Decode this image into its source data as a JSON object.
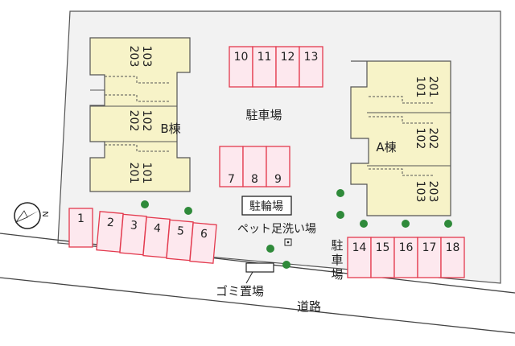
{
  "colors": {
    "lot": "#f2f2f2",
    "lot_border": "#555555",
    "building": "#f7f3c8",
    "parking_fill": "#fde8ee",
    "parking_stroke": "#e33a4e",
    "tree": "#2f8a3a",
    "road_line": "#444444"
  },
  "road_label": "道路",
  "north_label": "N",
  "buildings": {
    "b": {
      "name": "B棟",
      "units": [
        {
          "upper": "203",
          "lower": "103"
        },
        {
          "upper": "202",
          "lower": "102"
        },
        {
          "upper": "201",
          "lower": "101"
        }
      ]
    },
    "a": {
      "name": "A棟",
      "units": [
        {
          "upper": "201",
          "lower": "101"
        },
        {
          "upper": "202",
          "lower": "102"
        },
        {
          "upper": "203",
          "lower": "103"
        }
      ]
    }
  },
  "parking_label_center": "駐車場",
  "parking_label_side": "駐車場",
  "parking": {
    "top_row": [
      "10",
      "11",
      "12",
      "13"
    ],
    "middle_row": [
      "7",
      "8",
      "9"
    ],
    "bottom_left_single": "1",
    "bottom_left_row": [
      "2",
      "3",
      "4",
      "5",
      "6"
    ],
    "bottom_right_row": [
      "14",
      "15",
      "16",
      "17",
      "18"
    ]
  },
  "bicycle_parking_label": "駐輪場",
  "pet_wash_label": "ペット足洗い場",
  "garbage_label": "ゴミ置場"
}
